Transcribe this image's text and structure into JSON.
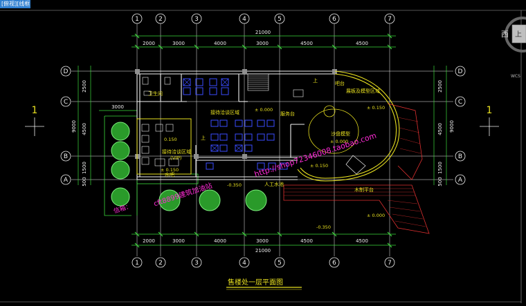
{
  "tab": {
    "label": "[俯视][线框]"
  },
  "title": "售楼处一层平面图",
  "axes": {
    "columns": [
      "1",
      "2",
      "3",
      "4",
      "5",
      "6",
      "7"
    ],
    "rows": [
      "D",
      "C",
      "B",
      "A"
    ],
    "col_dims": [
      "2000",
      "3000",
      "4000",
      "3000",
      "4500",
      "4500"
    ],
    "total_dim": "21000",
    "row_dims_left": [
      "2500",
      "4500",
      "1500",
      "500"
    ],
    "row_total": "9000",
    "row_dims_right": [
      "2500",
      "4500",
      "1500",
      "500"
    ],
    "section_mark": "1",
    "side_dim": "3000"
  },
  "rooms": {
    "wc": "卫生间",
    "reception_area": "接待洽谈区域",
    "front_desk": "服务台",
    "vip_area": "接待洽谈区域",
    "vip": "(VIP)",
    "show_area": "展板及模型区域",
    "sand_table": "沙盘模型",
    "pond": "人工水池",
    "deck": "木制平台",
    "bar": "吧台",
    "water_bar": "水吧",
    "up": "上"
  },
  "levels": {
    "l1": "± 0.000",
    "l2": "± 0.150",
    "l3": "± 0.150",
    "l4": "± 0.000",
    "l5": "-0.350",
    "l6": "± 0.000",
    "l7": "-0.350",
    "l8": "0.150",
    "l9": "± 0.150"
  },
  "watermarks": {
    "w1": "http://shop72346008.taobao.com",
    "w2": "cft8899建筑加油站",
    "w3": "信箱："
  },
  "viewcube": {
    "west": "西",
    "top": "上",
    "wcs": "WCS"
  }
}
